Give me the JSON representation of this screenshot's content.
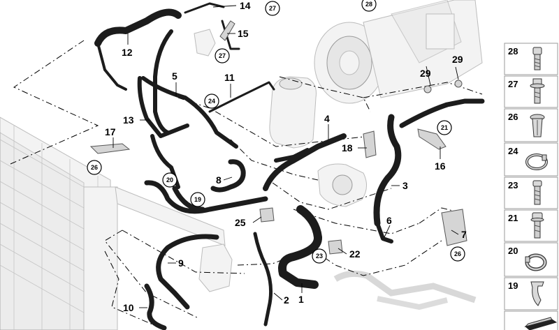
{
  "diagram": {
    "callouts": [
      {
        "id": "c14",
        "text": "14"
      },
      {
        "id": "c12",
        "text": "12"
      },
      {
        "id": "c15",
        "text": "15"
      },
      {
        "id": "c5",
        "text": "5"
      },
      {
        "id": "c11",
        "text": "11"
      },
      {
        "id": "c29a",
        "text": "29"
      },
      {
        "id": "c29b",
        "text": "29"
      },
      {
        "id": "c13",
        "text": "13"
      },
      {
        "id": "c4",
        "text": "4"
      },
      {
        "id": "c17",
        "text": "17"
      },
      {
        "id": "c18",
        "text": "18"
      },
      {
        "id": "c16",
        "text": "16"
      },
      {
        "id": "c8",
        "text": "8"
      },
      {
        "id": "c3",
        "text": "3"
      },
      {
        "id": "c25",
        "text": "25"
      },
      {
        "id": "c6",
        "text": "6"
      },
      {
        "id": "c7",
        "text": "7"
      },
      {
        "id": "c9",
        "text": "9"
      },
      {
        "id": "c22",
        "text": "22"
      },
      {
        "id": "c2",
        "text": "2"
      },
      {
        "id": "c1",
        "text": "1"
      },
      {
        "id": "c10",
        "text": "10"
      }
    ],
    "circled": [
      {
        "id": "k27a",
        "text": "27"
      },
      {
        "id": "k28",
        "text": "28"
      },
      {
        "id": "k27b",
        "text": "27"
      },
      {
        "id": "k24",
        "text": "24"
      },
      {
        "id": "k21",
        "text": "21"
      },
      {
        "id": "k26a",
        "text": "26"
      },
      {
        "id": "k20",
        "text": "20"
      },
      {
        "id": "k19",
        "text": "19"
      },
      {
        "id": "k23",
        "text": "23"
      },
      {
        "id": "k26b",
        "text": "26"
      }
    ]
  },
  "legend": {
    "items": [
      {
        "number": "28",
        "icon": "bolt-icon"
      },
      {
        "number": "27",
        "icon": "flange-bolt-icon"
      },
      {
        "number": "26",
        "icon": "expanding-rivet-icon"
      },
      {
        "number": "24",
        "icon": "band-clamp-icon"
      },
      {
        "number": "23",
        "icon": "screw-icon"
      },
      {
        "number": "21",
        "icon": "screw-icon"
      },
      {
        "number": "20",
        "icon": "hose-clamp-icon"
      },
      {
        "number": "19",
        "icon": "retaining-clip-icon"
      },
      {
        "number": "",
        "icon": "shim-icon"
      }
    ]
  }
}
